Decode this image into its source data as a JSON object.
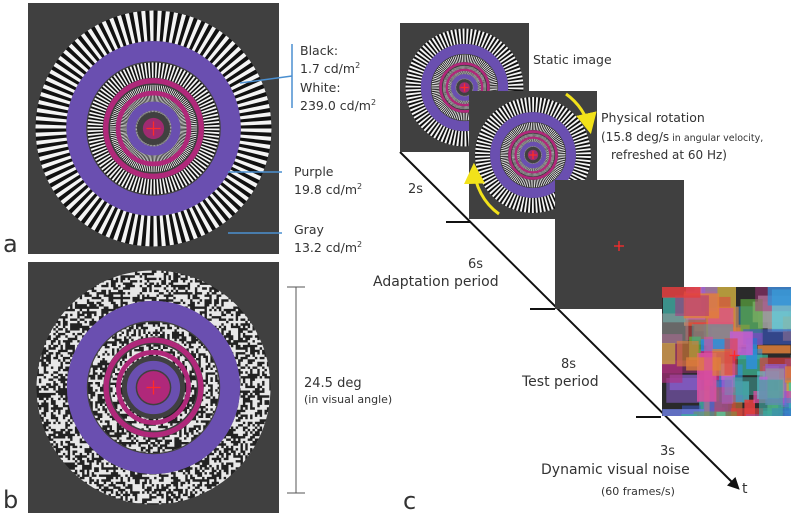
{
  "panels": {
    "a": "a",
    "b": "b",
    "c": "c"
  },
  "luminance": {
    "black_label": "Black:",
    "black_value": "1.7 cd/m",
    "white_label": "White:",
    "white_value": "239.0 cd/m",
    "purple_label": "Purple",
    "purple_value": "19.8 cd/m",
    "gray_label": "Gray",
    "gray_value": "13.2 cd/m",
    "unit_superscript": "2"
  },
  "size": {
    "value": "24.5 deg",
    "note": "(in visual angle)"
  },
  "timeline": {
    "static_image": "Static image",
    "rotation_title": "Physical rotation",
    "rotation_detail_a": "(15.8 deg/s",
    "rotation_detail_b": "in angular velocity,",
    "rotation_detail_c": "refreshed at 60 Hz)",
    "t_static": "2s",
    "t_adapt": "6s",
    "adapt_label": "Adaptation period",
    "t_test": "8s",
    "test_label": "Test period",
    "t_noise": "3s",
    "noise_label": "Dynamic visual noise",
    "noise_rate": "(60 frames/s)",
    "axis_label": "t"
  },
  "colors": {
    "background": "#404040",
    "purple": "#6a4fb0",
    "magenta": "#b0287a",
    "fixation": "#ff2a2a",
    "leader": "#4a8fd0",
    "arrow": "#f2e21a"
  }
}
